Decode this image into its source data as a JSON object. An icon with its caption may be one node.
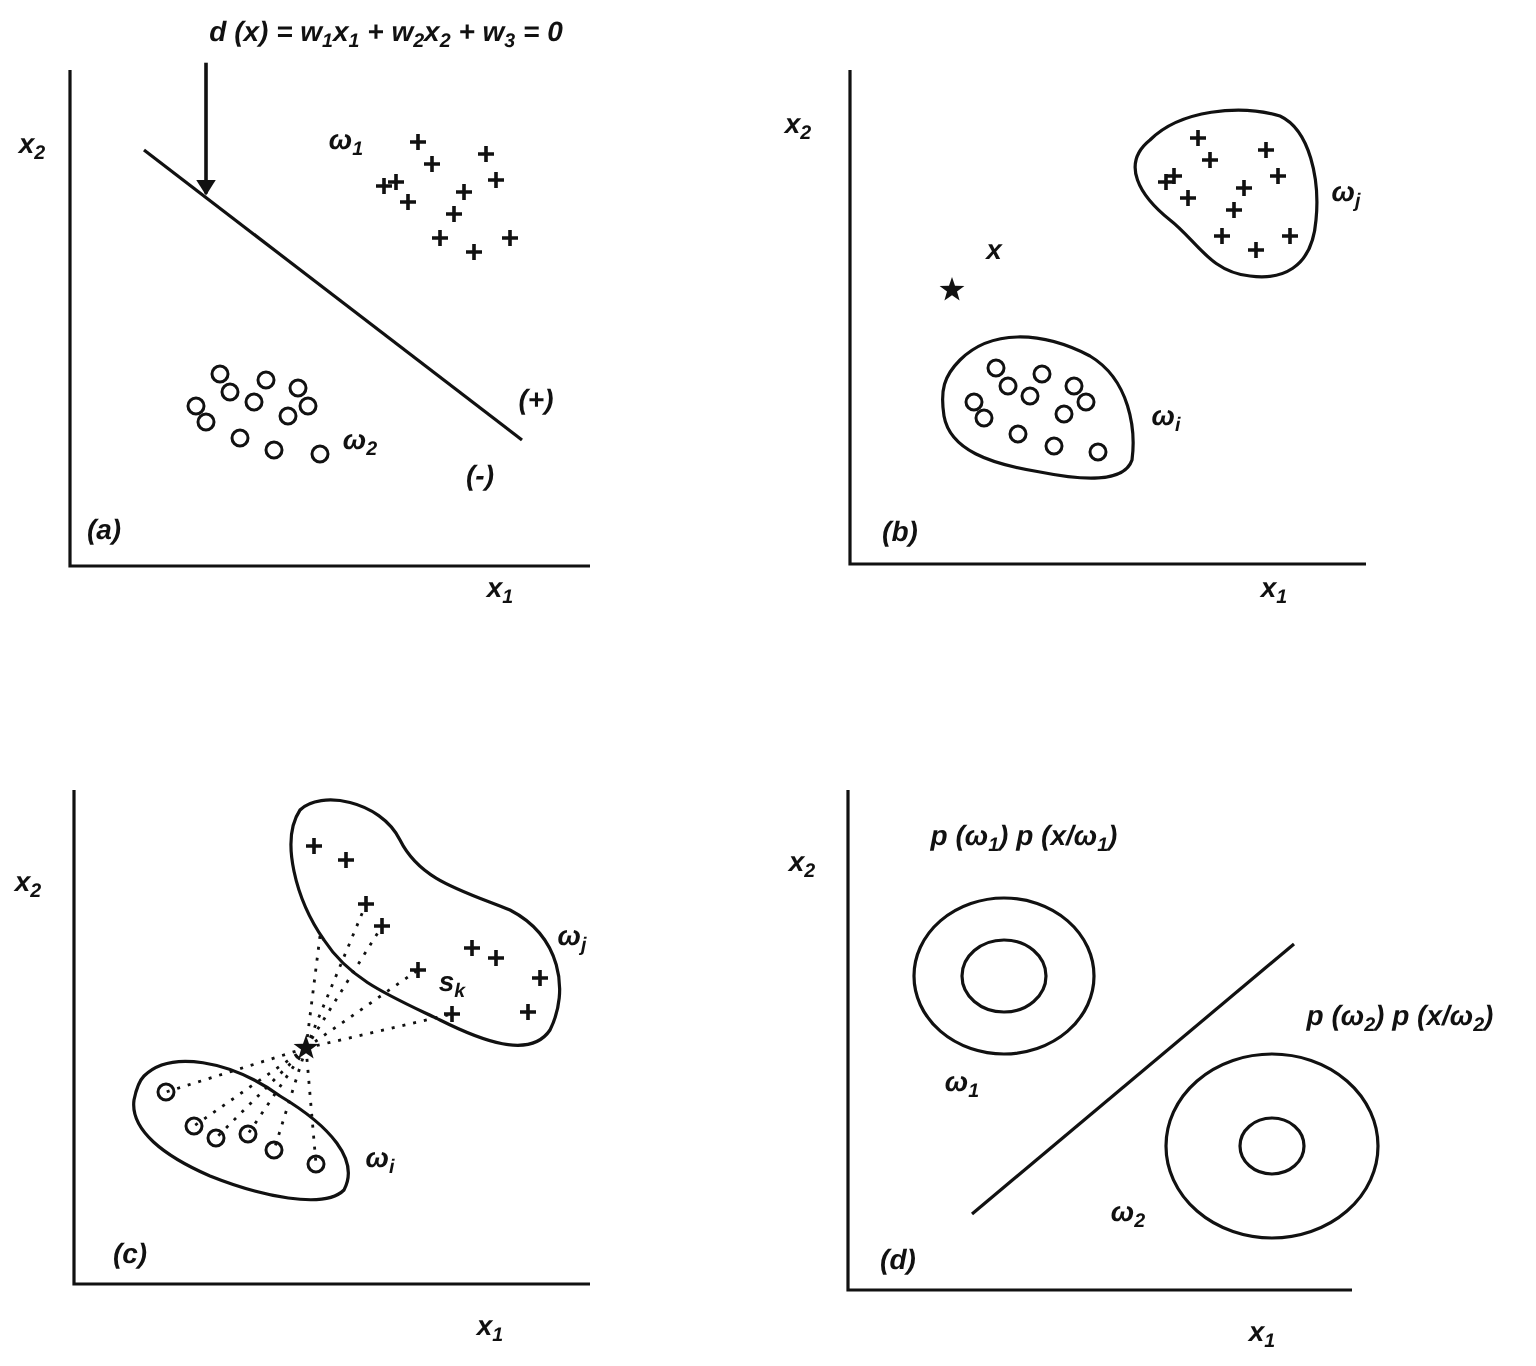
{
  "diagram": {
    "nodes": [
      {
        "text": [
          "d (x) = w$_{1}$x$_{1}$ + w$_{2}$x$_{2}$ + w$_{3}$ = 0"
        ]
      },
      {
        "text": [],
        "shape": "line"
      }
    ],
    "edges": [
      {
        "from": 0,
        "to": 1,
        "arrow": "to"
      }
    ],
    "labels": [
      "x$_{2}$",
      "ω$_{1}$",
      "(+)",
      "ω$_{2}$",
      "(-)",
      "(a)",
      "x$_{1}$",
      "x$_{2}$",
      "x",
      "ω$_{j}$",
      "ω$_{i}$",
      "(b)",
      "x$_{1}$",
      "x$_{2}$",
      "ω$_{j}$",
      "s$_{k}$",
      "ω$_{i}$",
      "(c)",
      "x$_{1}$",
      "x$_{2}$",
      "p (ω$_{1}$) p (x/ω$_{1}$)",
      "p (ω$_{2}$) p (x/ω$_{2}$)",
      "ω$_{1}$",
      "ω$_{2}$",
      "(d)",
      "x$_{1}$"
    ]
  }
}
